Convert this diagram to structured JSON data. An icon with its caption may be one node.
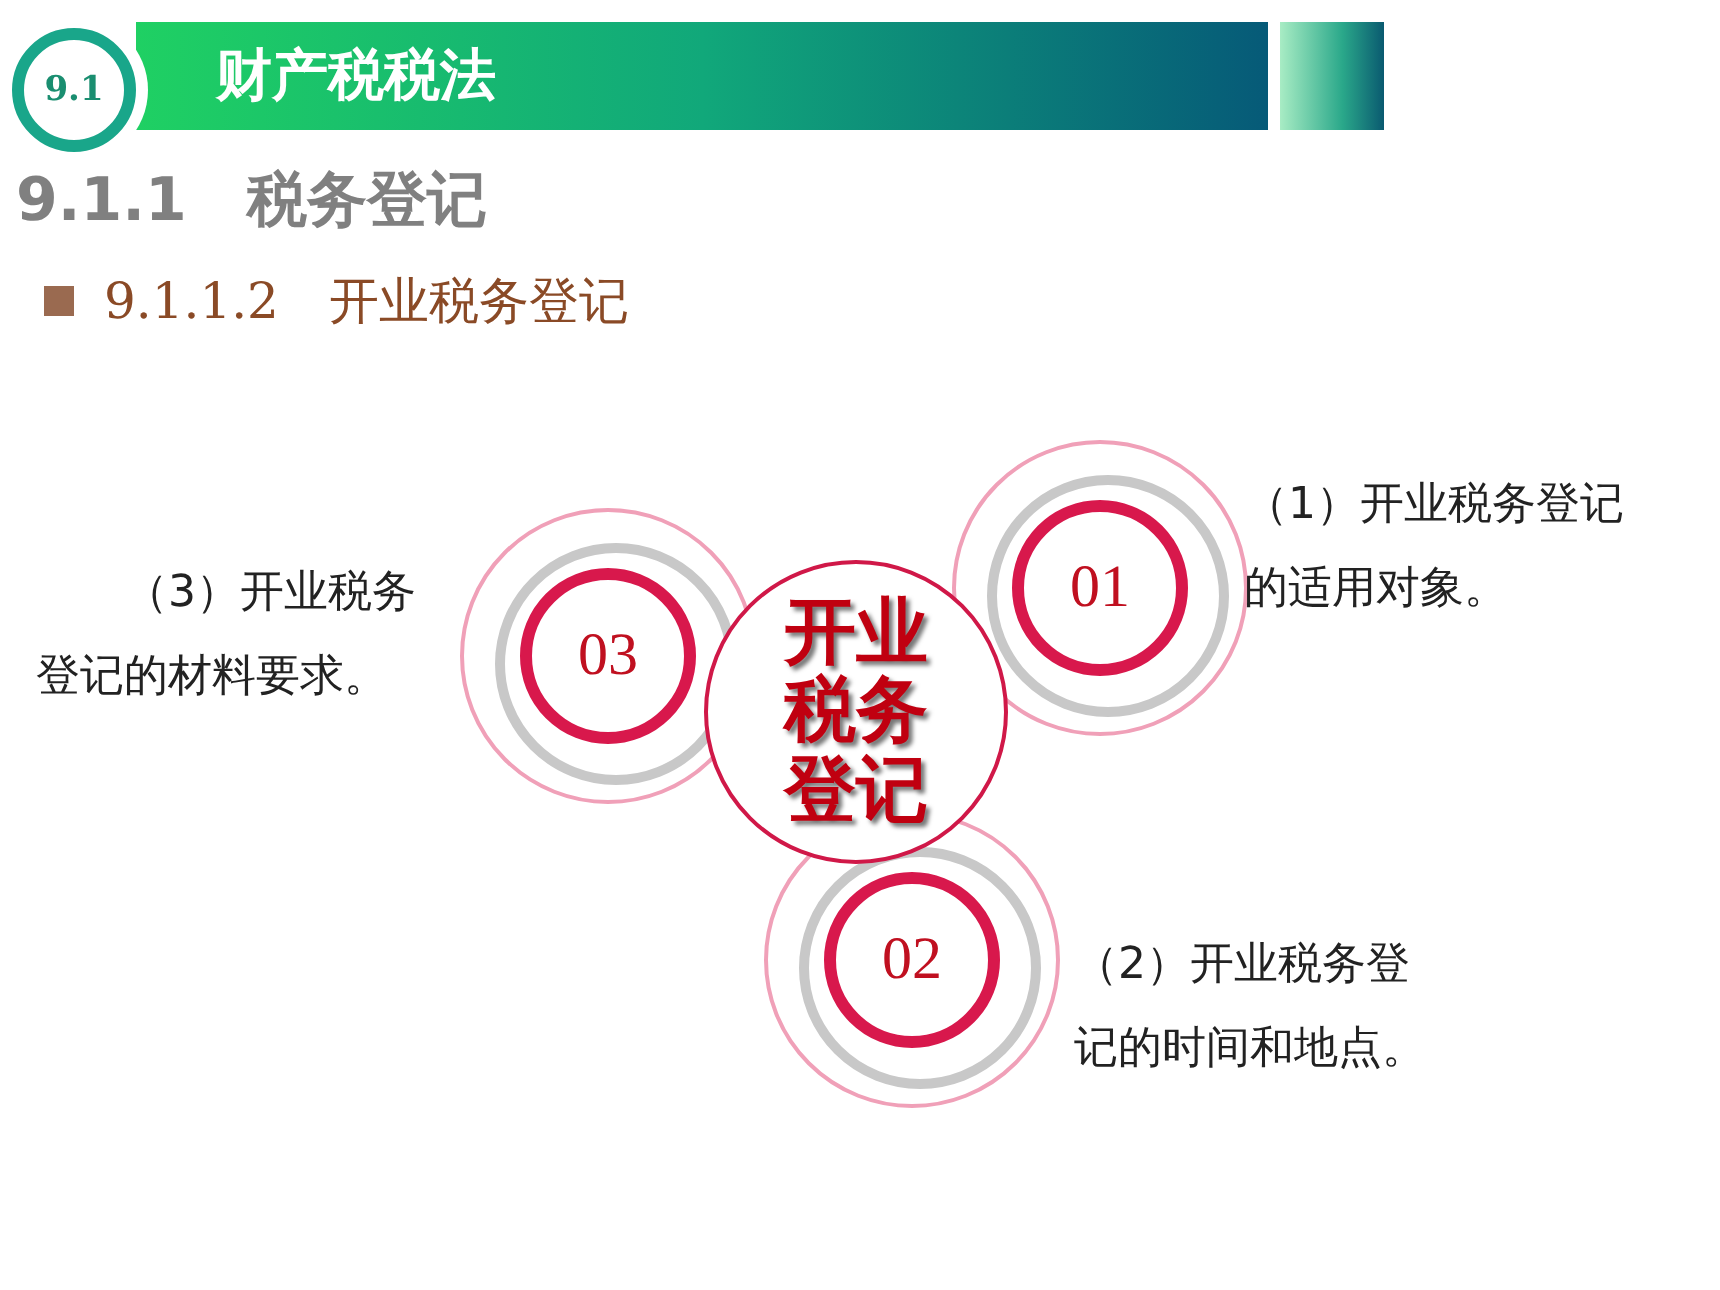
{
  "diagram": {
    "title": "财产税税法",
    "nodes": [
      {
        "text": [
          "9.1"
        ]
      },
      {
        "text": [
          "开业税务登记"
        ]
      },
      {
        "text": [
          "01"
        ],
        "beside": [
          "（1）开业税务登记的适用对象。"
        ]
      },
      {
        "text": [
          "02"
        ],
        "beside": [
          "（2）开业税务登记的时间和地点。"
        ]
      },
      {
        "text": [
          "03"
        ],
        "beside": [
          "（3）开业税务登记的材料要求。"
        ]
      }
    ],
    "edges": [],
    "labels": [
      "9.1.1　税务登记",
      "9.1.1.2　开业税务登记"
    ]
  }
}
